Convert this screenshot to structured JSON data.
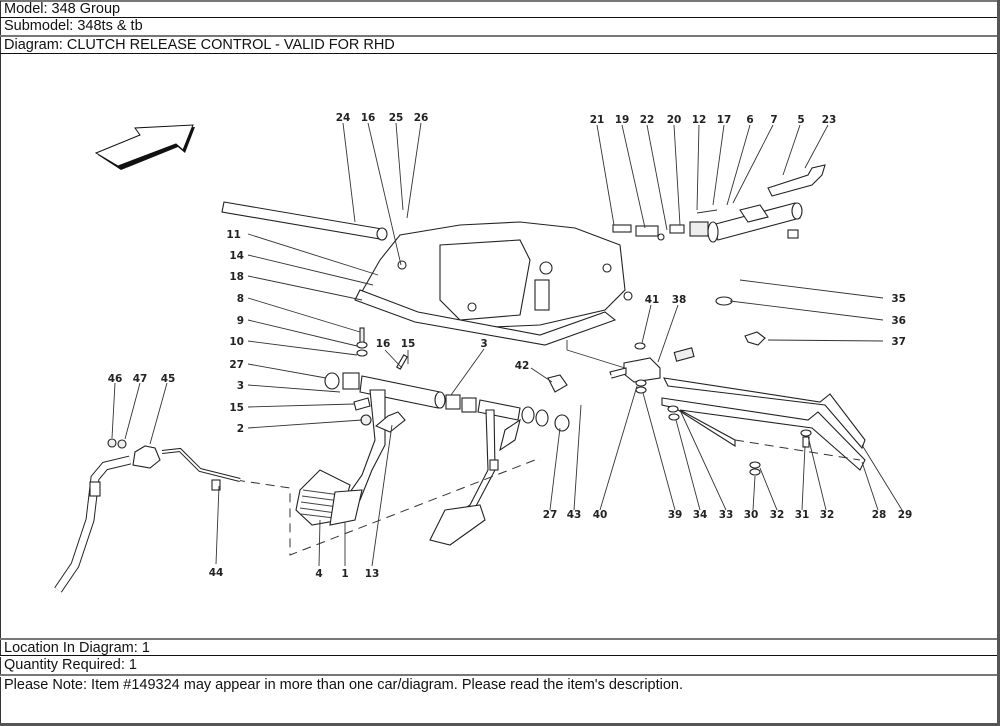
{
  "header": {
    "model": "Model: 348 Group",
    "submodel": "Submodel: 348ts & tb",
    "diagram": "Diagram: CLUTCH RELEASE CONTROL - VALID FOR RHD"
  },
  "footer": {
    "location": "Location In Diagram: 1",
    "quantity": "Quantity Required: 1",
    "note": "Please Note: Item #149324 may appear in more than one car/diagram. Please read the item's description."
  },
  "diagram": {
    "direction_icon": "arrow-icon",
    "callouts": {
      "c24": "24",
      "c16a": "16",
      "c25": "25",
      "c26": "26",
      "c21": "21",
      "c19": "19",
      "c22": "22",
      "c20": "20",
      "c12": "12",
      "c17": "17",
      "c6": "6",
      "c7": "7",
      "c5": "5",
      "c23": "23",
      "c11": "11",
      "c14": "14",
      "c18": "18",
      "c8": "8",
      "c9": "9",
      "c10": "10",
      "c27a": "27",
      "c3a": "3",
      "c15a": "15",
      "c2": "2",
      "c16b": "16",
      "c15b": "15",
      "c3b": "3",
      "c42": "42",
      "c41": "41",
      "c38": "38",
      "c35": "35",
      "c36": "36",
      "c37": "37",
      "c46": "46",
      "c47": "47",
      "c45": "45",
      "c44": "44",
      "c4": "4",
      "c1": "1",
      "c13": "13",
      "c27b": "27",
      "c43": "43",
      "c40": "40",
      "c39": "39",
      "c34": "34",
      "c33": "33",
      "c30": "30",
      "c32a": "32",
      "c31": "31",
      "c32b": "32",
      "c28": "28",
      "c29": "29"
    }
  }
}
